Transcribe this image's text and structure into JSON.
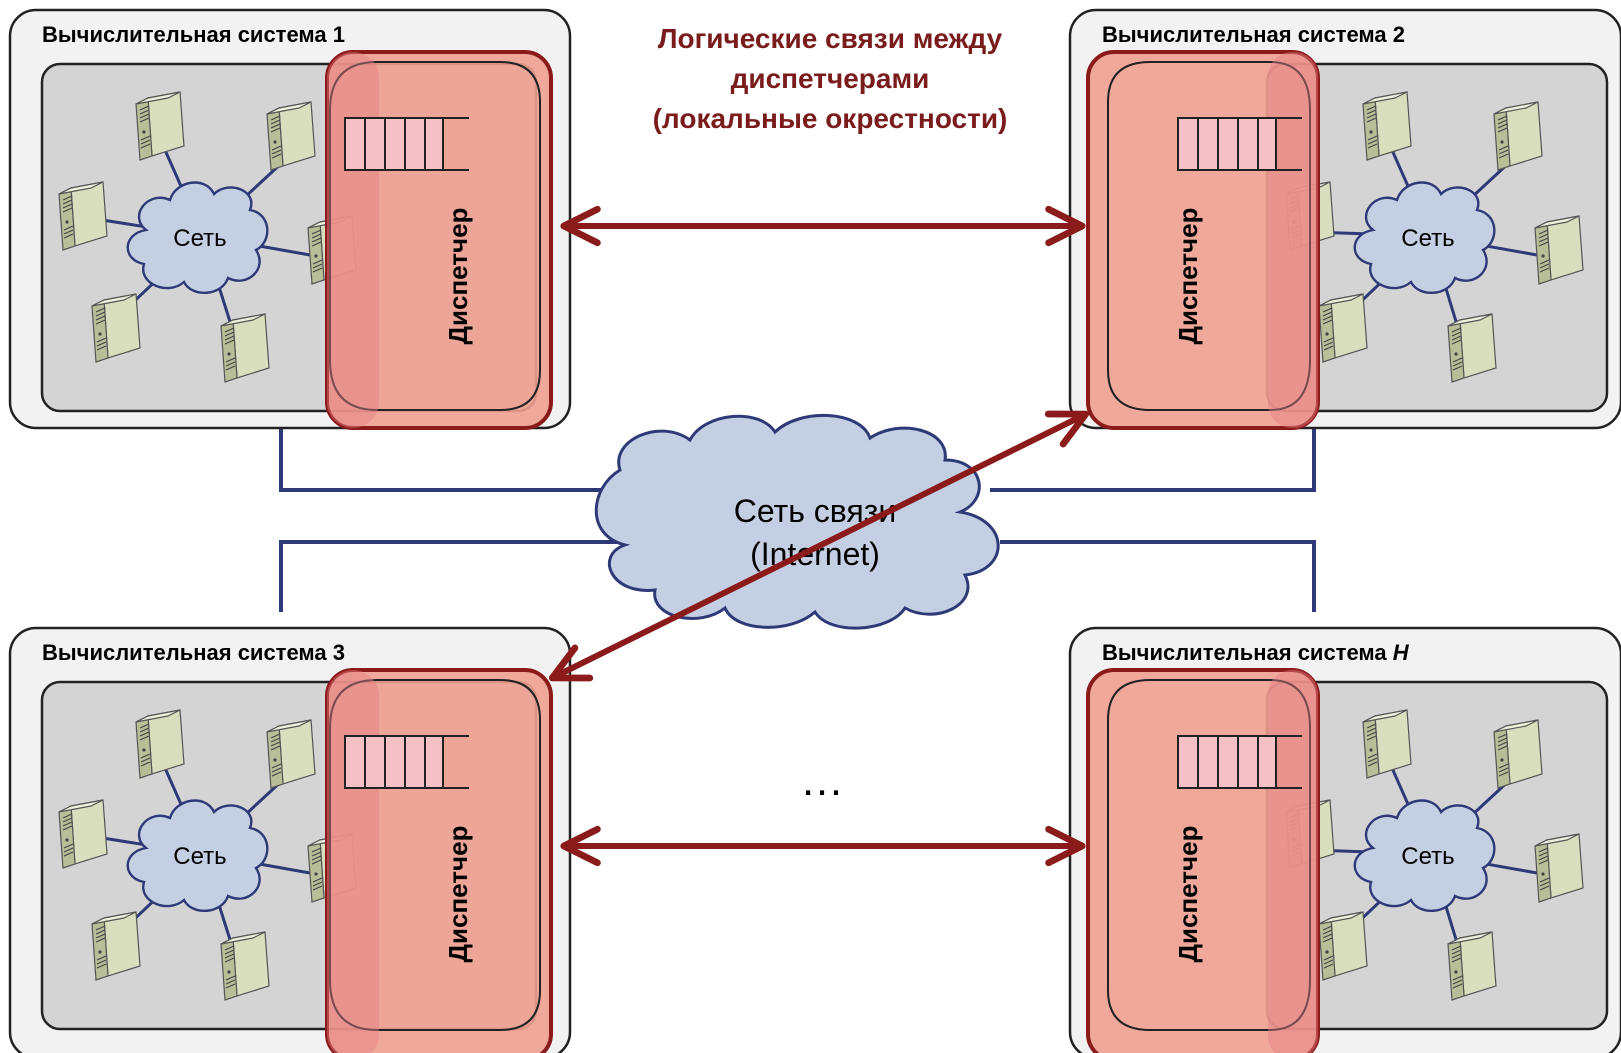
{
  "title": {
    "line1": "Логические связи между",
    "line2": "диспетчерами",
    "line3": "(локальные окрестности)"
  },
  "systems": [
    {
      "title": "Вычислительная система 1",
      "net_label": "Сеть",
      "dispatcher_label": "Диспетчер"
    },
    {
      "title": "Вычислительная система 2",
      "net_label": "Сеть",
      "dispatcher_label": "Диспетчер"
    },
    {
      "title": "Вычислительная система 3",
      "net_label": "Сеть",
      "dispatcher_label": "Диспетчер"
    },
    {
      "title_prefix": "Вычислительная система ",
      "title_italic": "Н",
      "net_label": "Сеть",
      "dispatcher_label": "Диспетчер"
    }
  ],
  "central_network": {
    "line1": "Сеть связи",
    "line2": "(Internet)"
  },
  "ellipsis": "…",
  "colors": {
    "arrow": "#8b1a1a",
    "dispatcher_fill": "#efa090",
    "dispatcher_border": "#8b1a1a",
    "cloud_fill": "#c5cfe3",
    "cloud_stroke": "#2e3a78",
    "wire": "#2e3a78",
    "title_color": "#7a1c1c"
  }
}
